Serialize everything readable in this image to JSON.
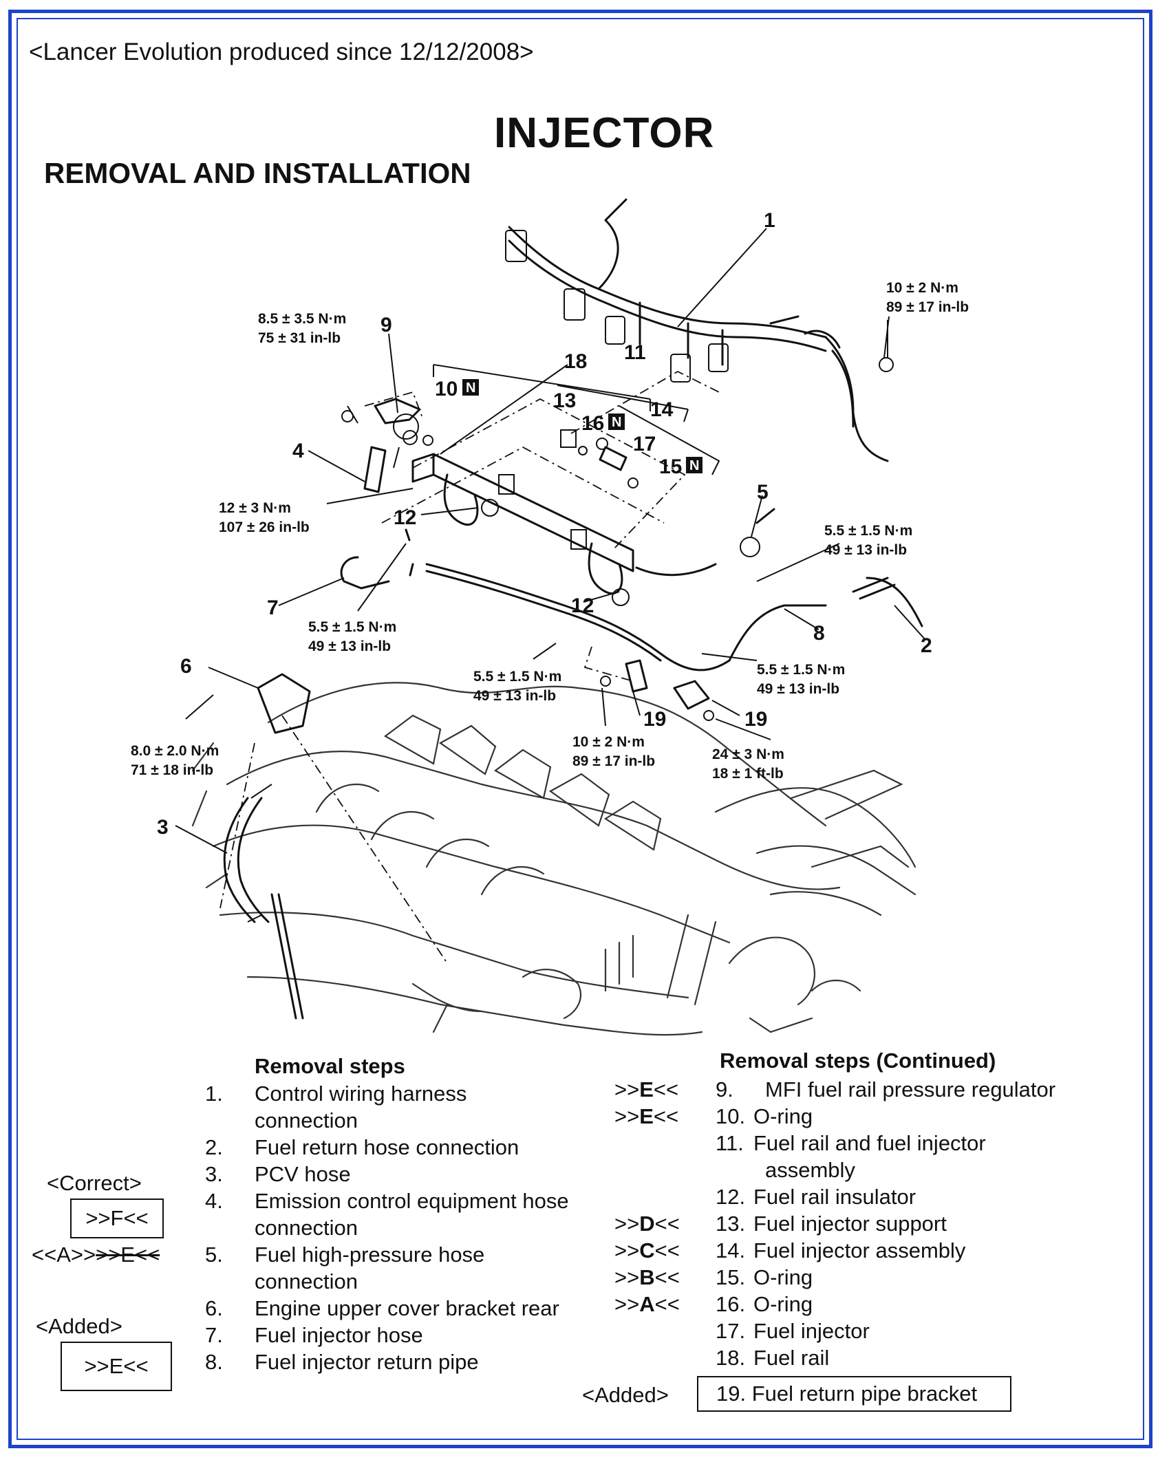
{
  "header": {
    "model_note": "<Lancer Evolution produced since 12/12/2008>",
    "title": "INJECTOR",
    "subtitle": "REMOVAL AND INSTALLATION"
  },
  "diagram": {
    "callouts": [
      "1",
      "2",
      "3",
      "4",
      "5",
      "6",
      "7",
      "8",
      "9",
      "10",
      "11",
      "12",
      "12",
      "13",
      "14",
      "15",
      "16",
      "17",
      "18",
      "19",
      "19"
    ],
    "new_part_marker": "N",
    "torques": [
      {
        "nm": "10 ± 2 N·m",
        "imp": "89 ± 17 in-lb"
      },
      {
        "nm": "8.5 ± 3.5 N·m",
        "imp": "75 ± 31 in-lb"
      },
      {
        "nm": "12 ± 3 N·m",
        "imp": "107 ± 26 in-lb"
      },
      {
        "nm": "5.5 ± 1.5 N·m",
        "imp": "49 ± 13 in-lb"
      },
      {
        "nm": "5.5 ± 1.5 N·m",
        "imp": "49 ± 13 in-lb"
      },
      {
        "nm": "5.5 ± 1.5 N·m",
        "imp": "49 ± 13 in-lb"
      },
      {
        "nm": "5.5 ± 1.5 N·m",
        "imp": "49 ± 13 in-lb"
      },
      {
        "nm": "8.0 ± 2.0 N·m",
        "imp": "71 ± 18 in-lb"
      },
      {
        "nm": "10 ± 2 N·m",
        "imp": "89 ± 17 in-lb"
      },
      {
        "nm": "24 ± 3 N·m",
        "imp": "18 ± 1 ft-lb"
      }
    ]
  },
  "removal_steps": {
    "heading": "Removal steps",
    "items": [
      {
        "num": "1.",
        "lines": [
          "Control wiring harness",
          "connection"
        ]
      },
      {
        "num": "2.",
        "lines": [
          "Fuel return hose connection"
        ]
      },
      {
        "num": "3.",
        "lines": [
          "PCV hose"
        ]
      },
      {
        "num": "4.",
        "lines": [
          "Emission control equipment hose",
          "connection"
        ]
      },
      {
        "num": "5.",
        "lines": [
          "Fuel high-pressure hose",
          "connection"
        ]
      },
      {
        "num": "6.",
        "lines": [
          "Engine upper cover bracket rear"
        ]
      },
      {
        "num": "7.",
        "lines": [
          "Fuel injector hose"
        ]
      },
      {
        "num": "8.",
        "lines": [
          "Fuel injector return pipe"
        ]
      }
    ]
  },
  "removal_steps_continued": {
    "heading": "Removal steps (Continued)",
    "items": [
      {
        "mark": ">>E<<",
        "num": "9.",
        "lines": [
          "MFI fuel rail pressure regulator"
        ]
      },
      {
        "mark": ">>E<<",
        "num": "10.",
        "lines": [
          "O-ring"
        ]
      },
      {
        "mark": "",
        "num": "11.",
        "lines": [
          "Fuel rail and fuel injector",
          "assembly"
        ]
      },
      {
        "mark": "",
        "num": "12.",
        "lines": [
          "Fuel rail insulator"
        ]
      },
      {
        "mark": ">>D<<",
        "num": "13.",
        "lines": [
          "Fuel injector support"
        ]
      },
      {
        "mark": ">>C<<",
        "num": "14.",
        "lines": [
          "Fuel injector assembly"
        ]
      },
      {
        "mark": ">>B<<",
        "num": "15.",
        "lines": [
          "O-ring"
        ]
      },
      {
        "mark": ">>A<<",
        "num": "16.",
        "lines": [
          "O-ring"
        ]
      },
      {
        "mark": "",
        "num": "17.",
        "lines": [
          "Fuel injector"
        ]
      },
      {
        "mark": "",
        "num": "18.",
        "lines": [
          "Fuel rail"
        ]
      }
    ]
  },
  "corrections": {
    "correct_label": "<Correct>",
    "correct_mark": ">>F<<",
    "old_marks_prefix": "<<A>>",
    "old_marks_struck": ">>E<<",
    "added_label": "<Added>",
    "added_mark": ">>E<<",
    "added_step_label": "<Added>",
    "added_step": "19. Fuel return pipe bracket"
  }
}
